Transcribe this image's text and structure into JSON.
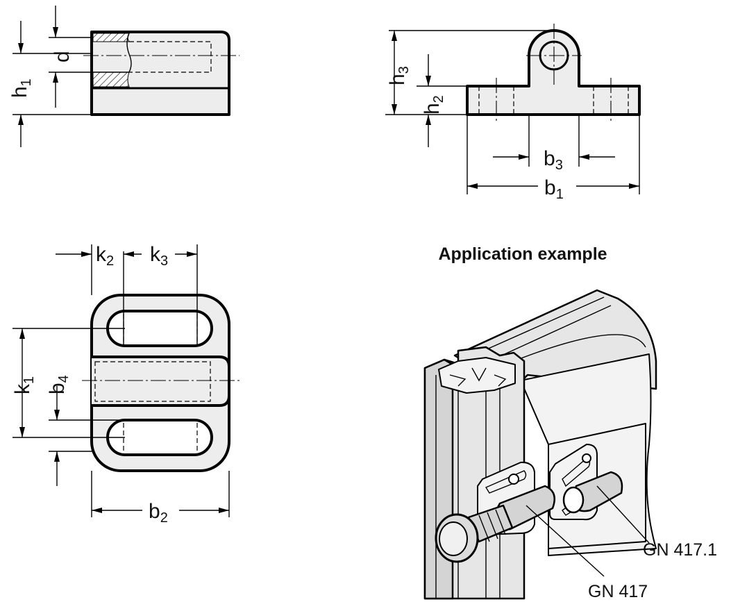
{
  "views": {
    "side": {
      "h1": {
        "main": "h",
        "sub": "1"
      },
      "d": "d"
    },
    "front": {
      "h3": {
        "main": "h",
        "sub": "3"
      },
      "h2": {
        "main": "h",
        "sub": "2"
      },
      "b3": {
        "main": "b",
        "sub": "3"
      },
      "b1": {
        "main": "b",
        "sub": "1"
      }
    },
    "top": {
      "k2": {
        "main": "k",
        "sub": "2"
      },
      "k3": {
        "main": "k",
        "sub": "3"
      },
      "k1": {
        "main": "k",
        "sub": "1"
      },
      "b4": {
        "main": "b",
        "sub": "4"
      },
      "b2": {
        "main": "b",
        "sub": "2"
      }
    }
  },
  "application": {
    "title": "Application example",
    "labels": {
      "part_a": "GN 417.1",
      "part_b": "GN 417"
    }
  }
}
